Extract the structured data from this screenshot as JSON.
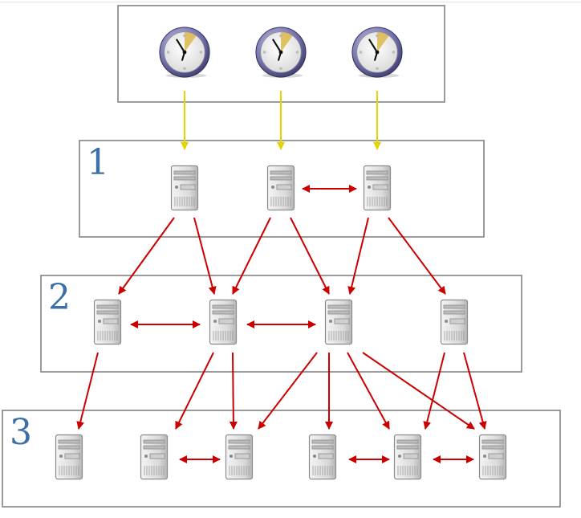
{
  "diagram": {
    "type": "ntp-stratum-hierarchy",
    "colors": {
      "reference_link": "#e6d300",
      "sync_link": "#cc0000",
      "box_border": "#7a7a7a",
      "label": "#3c6ea8"
    },
    "tiers": [
      {
        "id": "stratum-0",
        "label": "",
        "node_kind": "clock",
        "nodes": 3
      },
      {
        "id": "stratum-1",
        "label": "1",
        "node_kind": "server",
        "nodes": 3
      },
      {
        "id": "stratum-2",
        "label": "2",
        "node_kind": "server",
        "nodes": 4
      },
      {
        "id": "stratum-3",
        "label": "3",
        "node_kind": "server",
        "nodes": 6
      }
    ],
    "icons": {
      "clock": "clock-icon",
      "server": "server-icon"
    }
  }
}
